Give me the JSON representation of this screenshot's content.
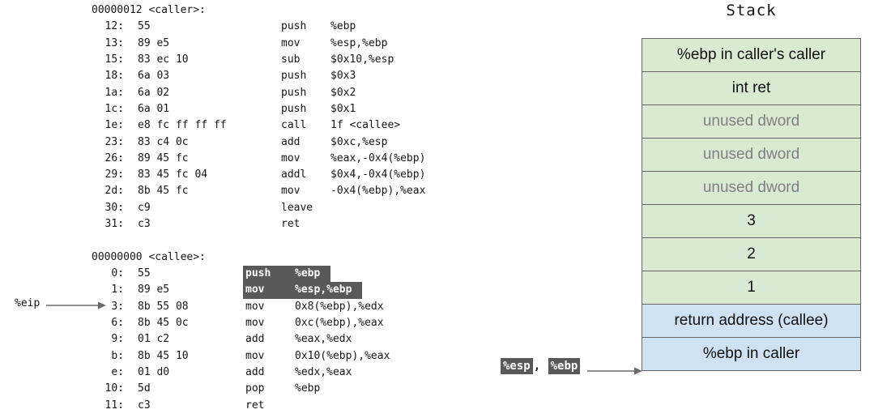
{
  "caller": {
    "header": "00000012 <caller>:",
    "lines": [
      {
        "a": "12:",
        "b": "55",
        "m": "push",
        "o": "%ebp"
      },
      {
        "a": "13:",
        "b": "89 e5",
        "m": "mov",
        "o": "%esp,%ebp"
      },
      {
        "a": "15:",
        "b": "83 ec 10",
        "m": "sub",
        "o": "$0x10,%esp"
      },
      {
        "a": "18:",
        "b": "6a 03",
        "m": "push",
        "o": "$0x3"
      },
      {
        "a": "1a:",
        "b": "6a 02",
        "m": "push",
        "o": "$0x2"
      },
      {
        "a": "1c:",
        "b": "6a 01",
        "m": "push",
        "o": "$0x1"
      },
      {
        "a": "1e:",
        "b": "e8 fc ff ff ff",
        "m": "call",
        "o": "1f <callee>"
      },
      {
        "a": "23:",
        "b": "83 c4 0c",
        "m": "add",
        "o": "$0xc,%esp"
      },
      {
        "a": "26:",
        "b": "89 45 fc",
        "m": "mov",
        "o": "%eax,-0x4(%ebp)"
      },
      {
        "a": "29:",
        "b": "83 45 fc 04",
        "m": "addl",
        "o": "$0x4,-0x4(%ebp)"
      },
      {
        "a": "2d:",
        "b": "8b 45 fc",
        "m": "mov",
        "o": "-0x4(%ebp),%eax"
      },
      {
        "a": "30:",
        "b": "c9",
        "m": "leave",
        "o": ""
      },
      {
        "a": "31:",
        "b": "c3",
        "m": "ret",
        "o": ""
      }
    ]
  },
  "callee": {
    "header": "00000000 <callee>:",
    "lines": [
      {
        "a": "0:",
        "b": "55",
        "m": "push",
        "o": "%ebp",
        "highlighted": true
      },
      {
        "a": "1:",
        "b": "89 e5",
        "m": "mov",
        "o": "%esp,%ebp",
        "highlighted": true
      },
      {
        "a": "3:",
        "b": "8b 55 08",
        "m": "mov",
        "o": "0x8(%ebp),%edx",
        "eip_target": true
      },
      {
        "a": "6:",
        "b": "8b 45 0c",
        "m": "mov",
        "o": "0xc(%ebp),%eax"
      },
      {
        "a": "9:",
        "b": "01 c2",
        "m": "add",
        "o": "%eax,%edx"
      },
      {
        "a": "b:",
        "b": "8b 45 10",
        "m": "mov",
        "o": "0x10(%ebp),%eax"
      },
      {
        "a": "e:",
        "b": "01 d0",
        "m": "add",
        "o": "%edx,%eax"
      },
      {
        "a": "10:",
        "b": "5d",
        "m": "pop",
        "o": "%ebp"
      },
      {
        "a": "11:",
        "b": "c3",
        "m": "ret",
        "o": ""
      }
    ]
  },
  "labels": {
    "eip": "%eip",
    "esp": "%esp",
    "comma": ",",
    "ebp": "%ebp"
  },
  "stack": {
    "title": "Stack",
    "rows": [
      {
        "text": "%ebp in caller's caller",
        "color": "green",
        "muted": false
      },
      {
        "text": "int ret",
        "color": "green",
        "muted": false
      },
      {
        "text": "unused dword",
        "color": "green",
        "muted": true
      },
      {
        "text": "unused dword",
        "color": "green",
        "muted": true
      },
      {
        "text": "unused dword",
        "color": "green",
        "muted": true
      },
      {
        "text": "3",
        "color": "green",
        "muted": false
      },
      {
        "text": "2",
        "color": "green",
        "muted": false
      },
      {
        "text": "1",
        "color": "green",
        "muted": false
      },
      {
        "text": "return address (callee)",
        "color": "blue",
        "muted": false
      },
      {
        "text": "%ebp in caller",
        "color": "blue",
        "muted": false
      }
    ]
  },
  "colors": {
    "row_green": "#d9ead3",
    "row_blue": "#cfe2f3",
    "highlight_bg": "#595959",
    "arrow": "#6a6a6a"
  }
}
